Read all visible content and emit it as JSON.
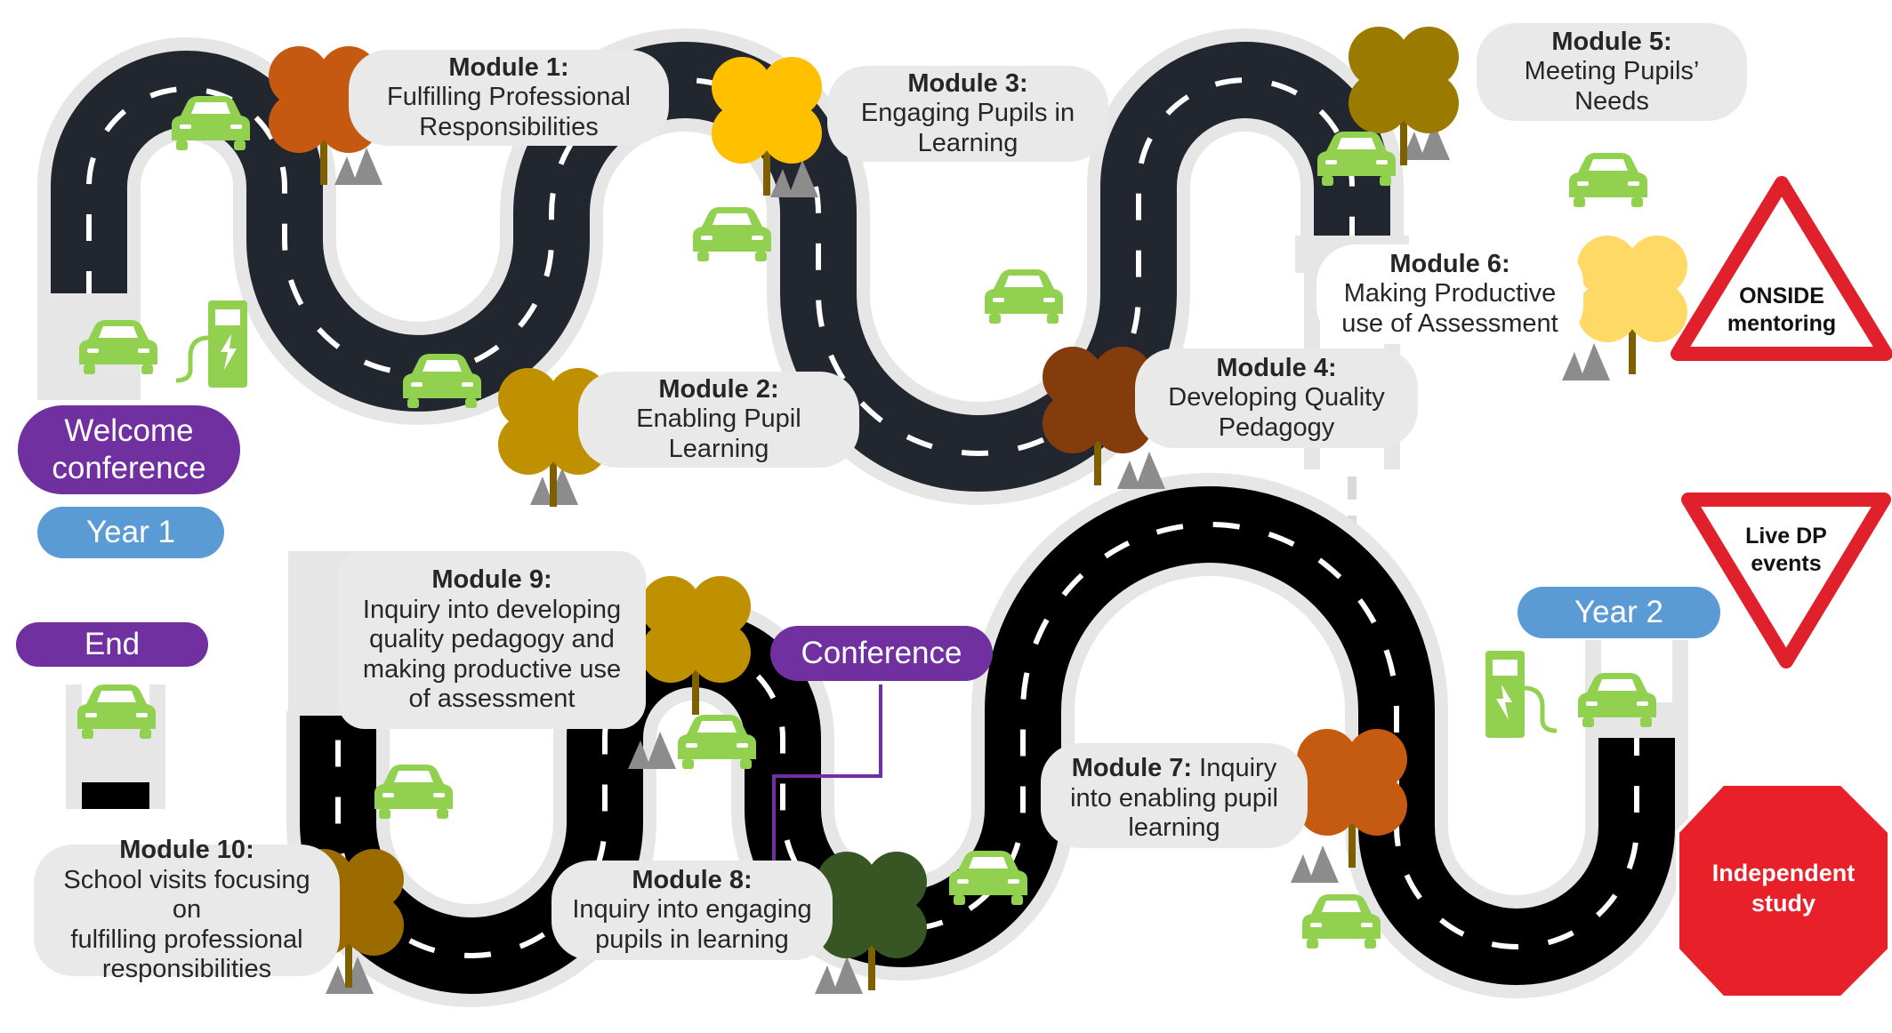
{
  "modules": [
    {
      "id": 1,
      "title": "Module 1:",
      "desc": "Fulfilling Professional\nResponsibilities"
    },
    {
      "id": 2,
      "title": "Module 2:",
      "desc": "Enabling Pupil\nLearning"
    },
    {
      "id": 3,
      "title": "Module 3:",
      "desc": "Engaging Pupils in\nLearning"
    },
    {
      "id": 4,
      "title": "Module 4:",
      "desc": "Developing Quality\nPedagogy"
    },
    {
      "id": 5,
      "title": "Module 5:",
      "desc": "Meeting Pupils’\nNeeds"
    },
    {
      "id": 6,
      "title": "Module 6:",
      "desc": "Making Productive\nuse of Assessment"
    },
    {
      "id": 7,
      "title": "Module 7:",
      "desc": "Inquiry\ninto enabling pupil\nlearning"
    },
    {
      "id": 8,
      "title": "Module 8:",
      "desc": "Inquiry into engaging\npupils in learning"
    },
    {
      "id": 9,
      "title": "Module 9:",
      "desc": "Inquiry into developing\nquality pedagogy and\nmaking productive use\nof assessment"
    },
    {
      "id": 10,
      "title": "Module 10:",
      "desc": "School visits focusing on\nfulfilling professional\nresponsibilities"
    }
  ],
  "milestones": {
    "welcome": "Welcome\nconference",
    "year1": "Year 1",
    "year2": "Year 2",
    "conference": "Conference",
    "end": "End"
  },
  "legend": {
    "onside": "ONSIDE\nmentoring",
    "live": "Live DP\nevents",
    "independent": "Independent\nstudy"
  },
  "icons": [
    "car-icon",
    "charging-station-icon",
    "tree-icon",
    "rock-icon",
    "warning-sign-icon",
    "yield-sign-icon",
    "stop-sign-icon"
  ],
  "colors": {
    "road": "#22262e",
    "road_border": "#e6e6e6",
    "car": "#92d050",
    "milestone_purple": "#7030a0",
    "milestone_blue": "#5b9bd5",
    "sign_red": "#e0202a",
    "stop_red": "#e8202a"
  },
  "tree_colors": [
    "#c65911",
    "#bf9000",
    "#ffc000",
    "#843c0c",
    "#9b7a00",
    "#ffd966",
    "#c55a11",
    "#375623",
    "#bf9000",
    "#9c6b00"
  ]
}
